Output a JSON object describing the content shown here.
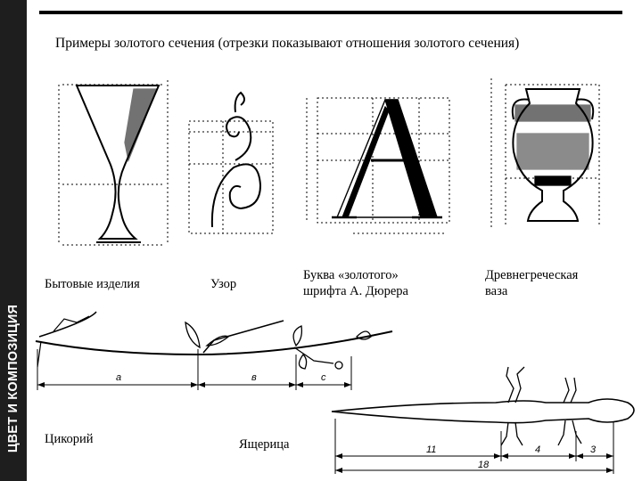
{
  "slide": {
    "sidebar_label": "ЦВЕТ И КОМПОЗИЦИЯ",
    "title": "Примеры золотого сечения (отрезки показывают отношения золотого сечения)"
  },
  "captions": {
    "household": "Бытовые изделия",
    "pattern": "Узор",
    "letter_line1": "Буква «золотого»",
    "letter_line2": "шрифта А. Дюрера",
    "vase_line1": "Древнегреческая",
    "vase_line2": "ваза",
    "chicory": "Цикорий",
    "lizard": "Ящерица"
  },
  "dimension_labels": {
    "chicory_a": "a",
    "chicory_b": "в",
    "chicory_c": "c",
    "lizard_11": "11",
    "lizard_4": "4",
    "lizard_3": "3",
    "lizard_18": "18"
  }
}
